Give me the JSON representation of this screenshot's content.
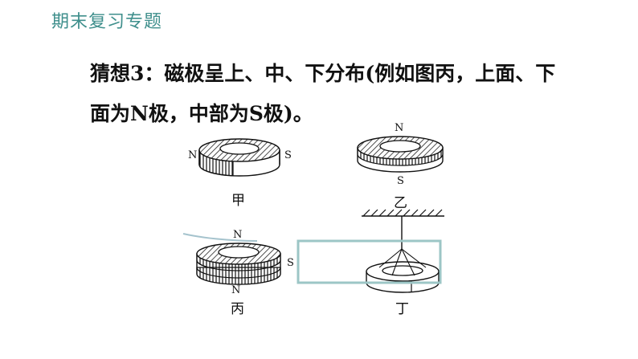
{
  "header": {
    "title": "期末复习专题"
  },
  "paragraph": {
    "line1": "猜想3：磁极呈上、中、下分布(例如图丙，上面、下",
    "line2": "面为N极，中部为S极)。"
  },
  "figures": {
    "jia": {
      "caption": "甲",
      "left_pole": "N",
      "right_pole": "S"
    },
    "yi": {
      "caption": "乙",
      "top_pole": "N",
      "bottom_pole": "S"
    },
    "bing": {
      "caption": "丙",
      "top_pole": "N",
      "middle_pole": "S",
      "bottom_pole": "N"
    },
    "ding": {
      "caption": "丁"
    }
  }
}
